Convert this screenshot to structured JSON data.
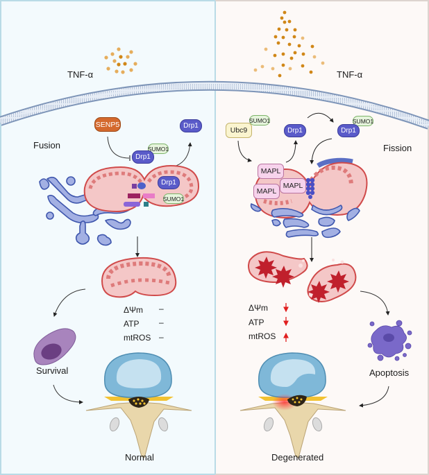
{
  "left": {
    "title": "Normal",
    "stimulus": "TNF-α",
    "process": "Fusion",
    "proteins": {
      "senp": "SENP5",
      "drp_free": "Drp1",
      "drp_sumo": "Drp1",
      "sumo_on_drp": "SUMO1",
      "drp_on_mito": "Drp1",
      "sumo_on_mito": "SUMO1"
    },
    "indicators": [
      {
        "label": "ΔΨm",
        "change": "–",
        "direction": "unchanged"
      },
      {
        "label": "ATP",
        "change": "–",
        "direction": "unchanged"
      },
      {
        "label": "mtROS",
        "change": "–",
        "direction": "unchanged"
      }
    ],
    "fate": "Survival"
  },
  "right": {
    "title": "Degenerated",
    "stimulus": "TNF-α",
    "process": "Fission",
    "proteins": {
      "ubc": "Ubc9",
      "sumo_on_ubc": "SUMO1",
      "drp_free": "Drp1",
      "drp_sumo": "Drp1",
      "sumo_on_drp": "SUMO1",
      "mapl_1": "MAPL",
      "mapl_2": "MAPL",
      "mapl_3": "MAPL"
    },
    "indicators": [
      {
        "label": "ΔΨm",
        "change": "↓",
        "direction": "down"
      },
      {
        "label": "ATP",
        "change": "↓",
        "direction": "down"
      },
      {
        "label": "mtROS",
        "change": "↑",
        "direction": "up"
      }
    ],
    "fate": "Apoptosis"
  },
  "colors": {
    "left_bg": "#f3fafd",
    "right_bg": "#fdf9f7",
    "drp1": "#5a5bc9",
    "senp5": "#d4692d",
    "sumo1": "#e6f4dc",
    "mito": "#e57373",
    "er": "#8a9ad8",
    "tnf": "#d98a1a",
    "arrow_red": "#e01e1e"
  }
}
